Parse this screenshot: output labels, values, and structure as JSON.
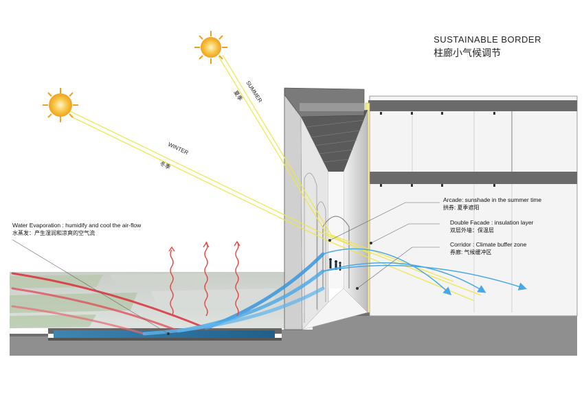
{
  "title": {
    "en": "SUSTAINABLE BORDER",
    "cn": "柱廊小气候调节"
  },
  "rays": {
    "summer_en": "SUMMER",
    "summer_cn": "夏季",
    "winter_en": "WINTER",
    "winter_cn": "冬季"
  },
  "annotations": {
    "water_en": "Water Evaporation : humidify and cool the air-flow",
    "water_cn": "水蒸发：产生湿润和凉爽的空气流",
    "arcade_en": "Arcade: sunshade in the summer time",
    "arcade_cn": "拱券: 夏季遮阳",
    "facade_en": "Double Facade : insulation layer",
    "facade_cn": "双层外墙：保温层",
    "corridor_en": "Corridor : Climate buffer zone",
    "corridor_cn": "券廊: 气候缓冲区"
  },
  "colors": {
    "sun": "#f5a623",
    "ray": "#f2ea3a",
    "warm_air": "#d9303a",
    "cool_air": "#2f8fd8",
    "water": "#2b6f9e",
    "ground": "#8a8a8a"
  }
}
